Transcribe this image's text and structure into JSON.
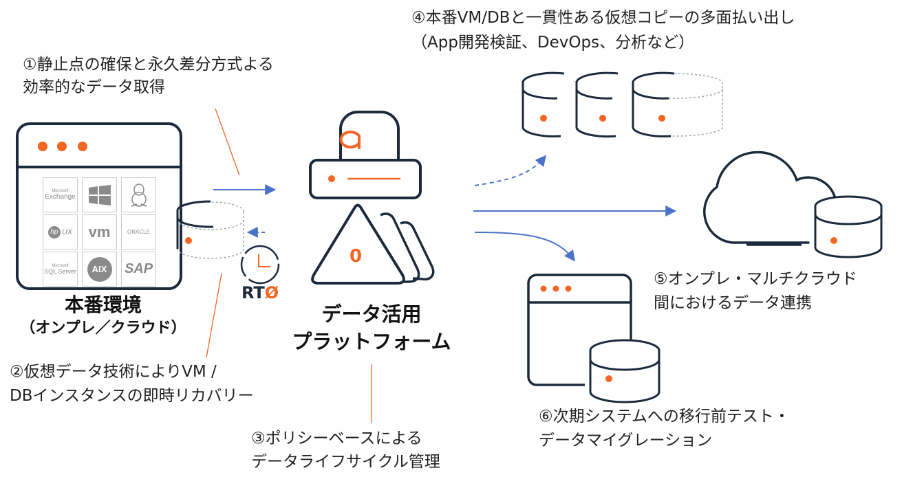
{
  "colors": {
    "navy": "#1b2a3c",
    "orange": "#f26522",
    "blue_arrow": "#4a72c8",
    "logo_grey": "#8a8a8a"
  },
  "production": {
    "title": "本番環境",
    "subtitle": "（オンプレ／クラウド）",
    "logos": [
      {
        "name": "Exchange",
        "sub": "Microsoft"
      },
      {
        "name": "windows-icon"
      },
      {
        "name": "linux-tux-icon"
      },
      {
        "name": "UX",
        "sub": "hp"
      },
      {
        "name": "vm"
      },
      {
        "name": "ORACLE"
      },
      {
        "name": "SQL Server",
        "sub": "Microsoft"
      },
      {
        "name": "AIX"
      },
      {
        "name": "SAP"
      }
    ]
  },
  "platform": {
    "title_line1": "データ活用",
    "title_line2": "プラットフォーム",
    "logo_letter": "a",
    "triangle_digit": "0"
  },
  "rto": {
    "label_prefix": "RT",
    "label_suffix": "Ø"
  },
  "captions": {
    "c1_line1": "①静止点の確保と永久差分方式よる",
    "c1_line2": "効率的なデータ取得",
    "c2_line1": "②仮想データ技術によりVM /",
    "c2_line2": "DBインスタンスの即時リカバリー",
    "c3_line1": "③ポリシーベースによる",
    "c3_line2": "データライフサイクル管理",
    "c4_line1": "④本番VM/DBと一貫性ある仮想コピーの多面払い出し",
    "c4_line2": "（App開発検証、DevOps、分析など）",
    "c5_line1": "⑤オンプレ・マルチクラウド",
    "c5_line2": "間におけるデータ連携",
    "c6_line1": "⑥次期システムへの移行前テスト・",
    "c6_line2": "データマイグレーション"
  }
}
